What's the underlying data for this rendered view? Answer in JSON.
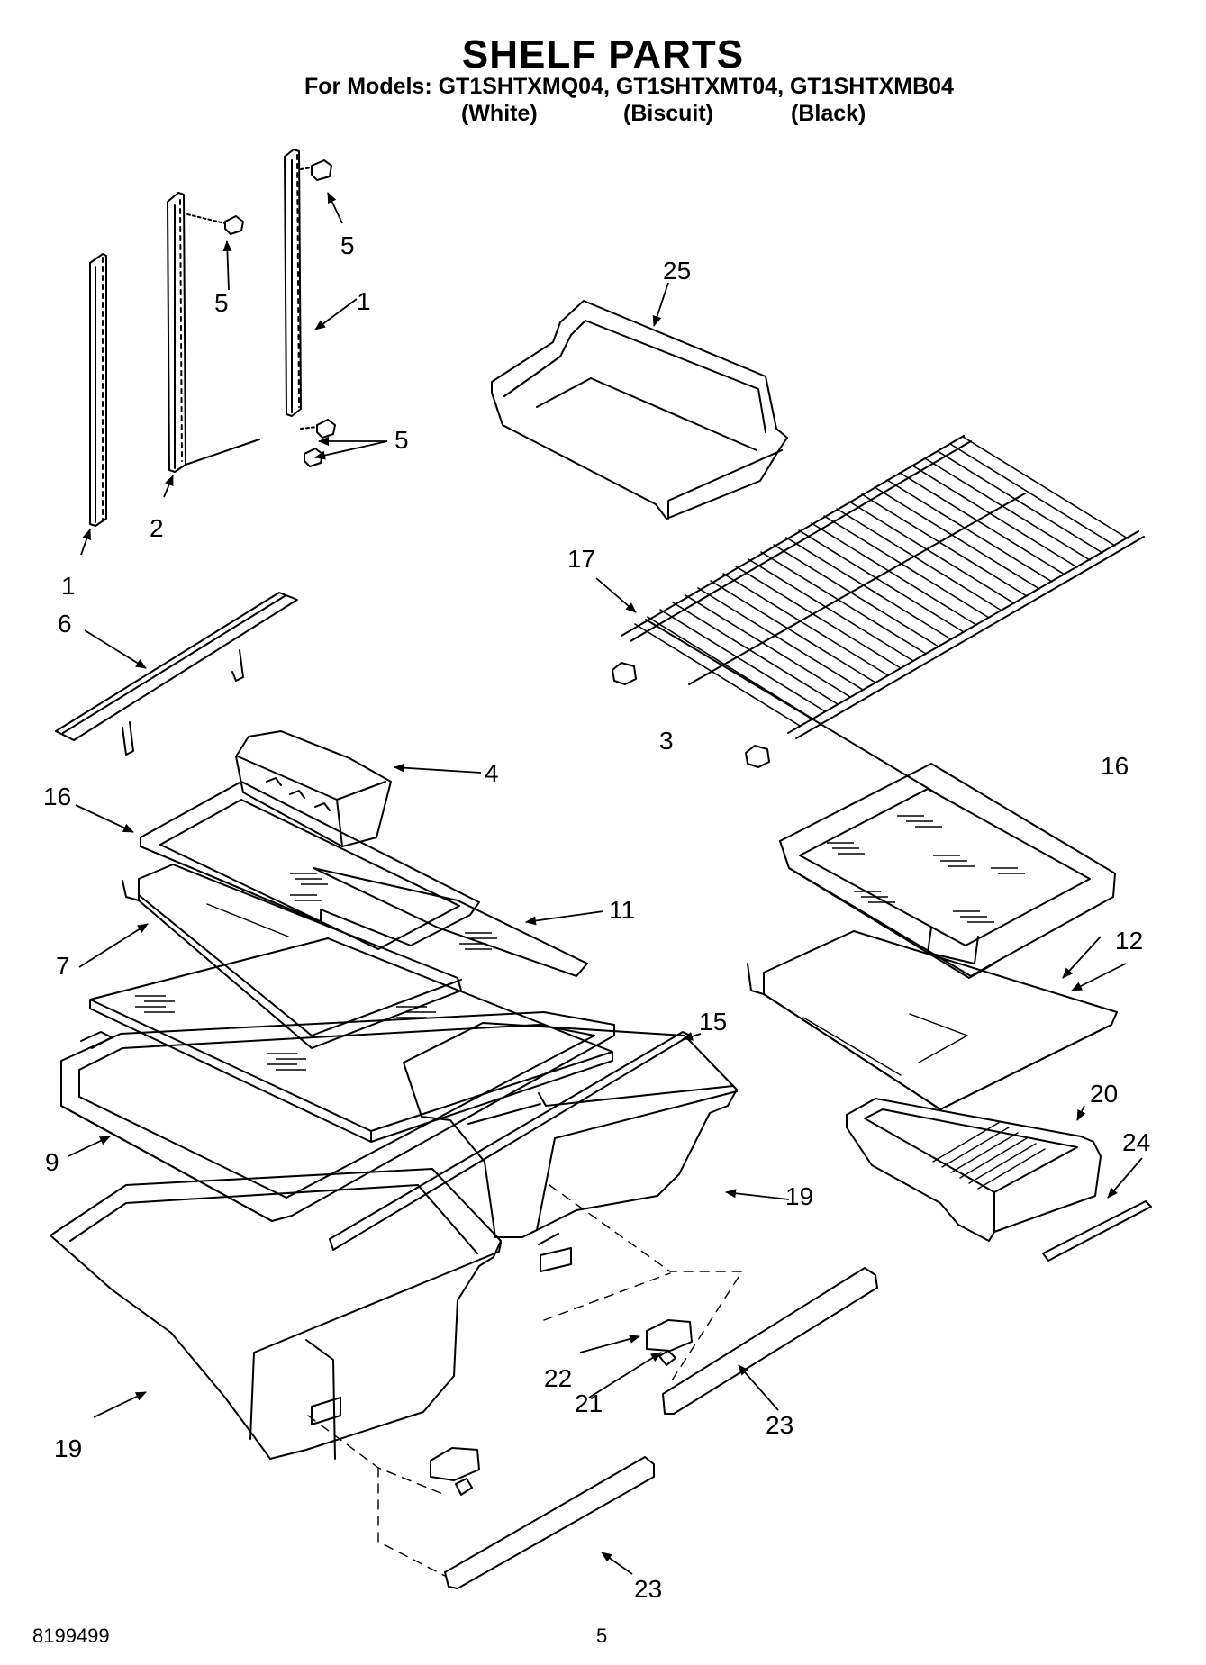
{
  "header": {
    "title": "SHELF PARTS",
    "models_line": "For Models: GT1SHTXMQ04, GT1SHTXMT04, GT1SHTXMB04",
    "variants": [
      "(White)",
      "(Biscuit)",
      "(Black)"
    ]
  },
  "callouts": {
    "c1_left": "1",
    "c1_right": "1",
    "c2": "2",
    "c3": "3",
    "c4": "4",
    "c5_a": "5",
    "c5_b": "5",
    "c5_c": "5",
    "c6": "6",
    "c7": "7",
    "c9": "9",
    "c11": "11",
    "c12": "12",
    "c15": "15",
    "c16_left": "16",
    "c16_right": "16",
    "c17": "17",
    "c19_left": "19",
    "c19_right": "19",
    "c20": "20",
    "c21": "21",
    "c22": "22",
    "c23_a": "23",
    "c23_b": "23",
    "c24": "24",
    "c25": "25"
  },
  "footer": {
    "doc_number": "8199499",
    "page_number": "5"
  }
}
